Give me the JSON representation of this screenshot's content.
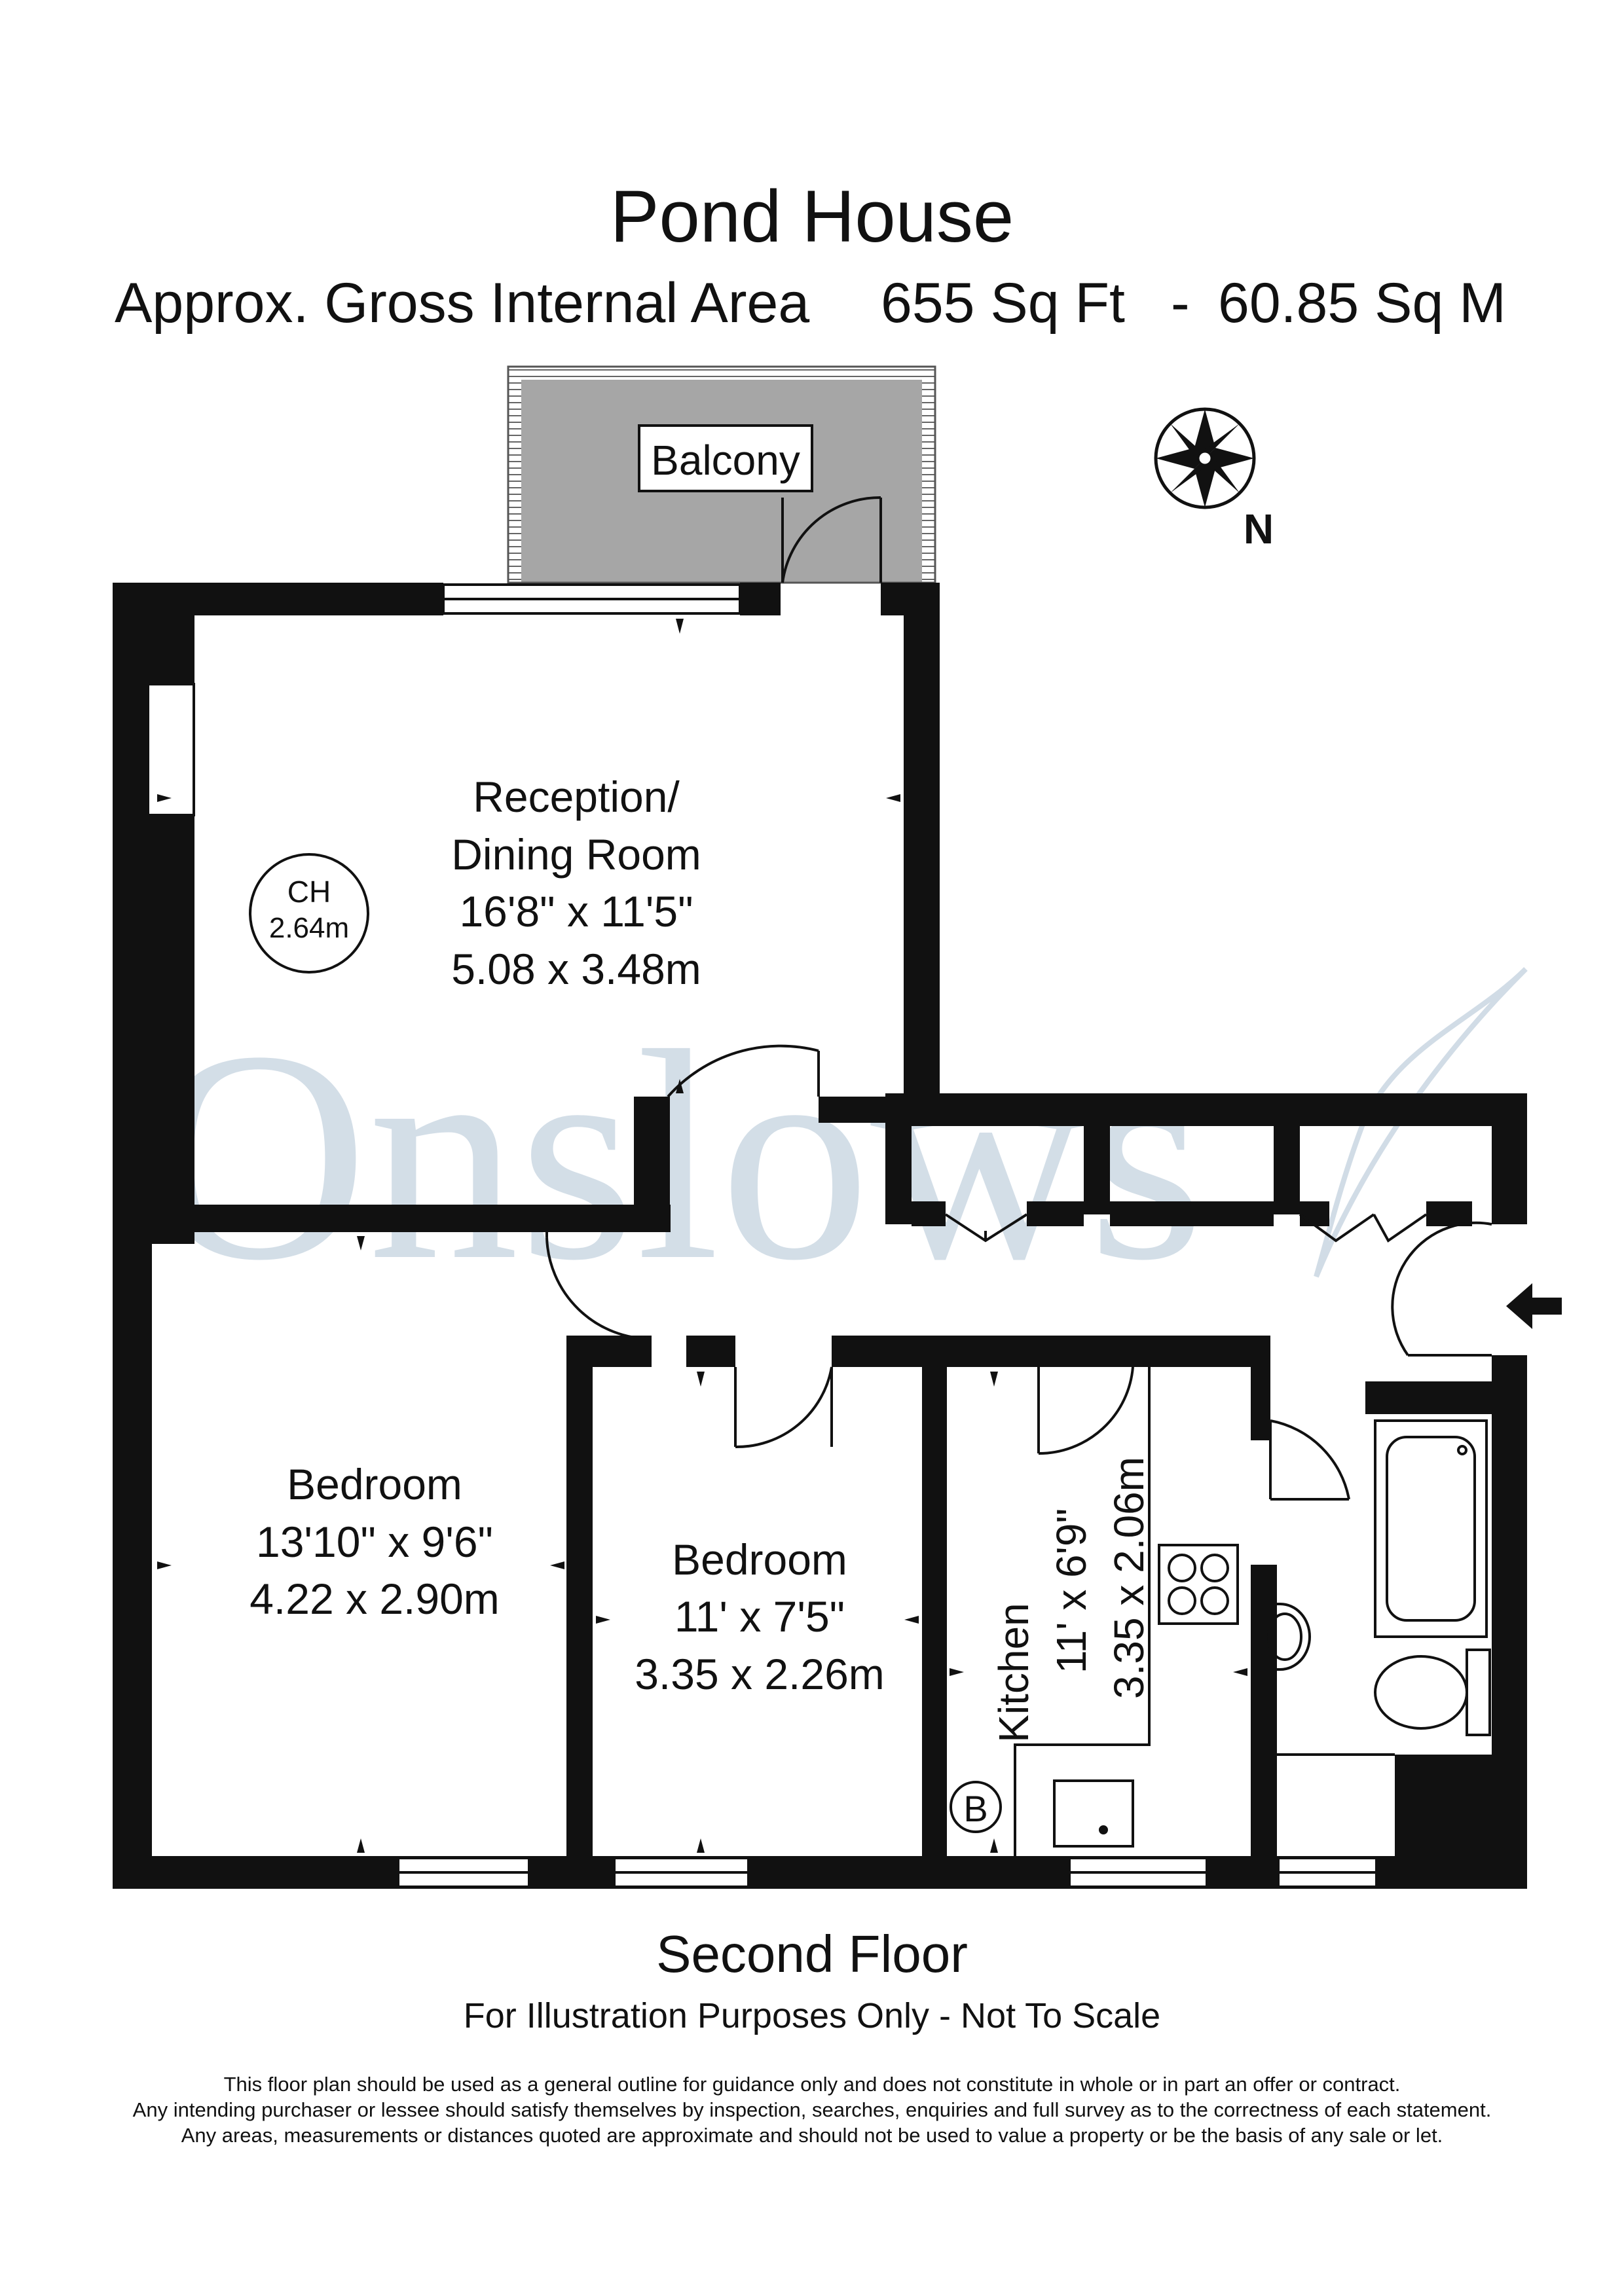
{
  "header": {
    "title": "Pond House",
    "area_label": "Approx. Gross Internal Area",
    "area_sqft": "655 Sq Ft",
    "area_separator": "-",
    "area_sqm": "60.85 Sq M"
  },
  "watermark": {
    "text": "Onslows",
    "color": "#c5d3e0"
  },
  "compass": {
    "label": "N"
  },
  "rooms": {
    "balcony": {
      "name": "Balcony"
    },
    "reception": {
      "name_line1": "Reception/",
      "name_line2": "Dining Room",
      "imperial": "16'8\" x 11'5\"",
      "metric": "5.08 x 3.48m"
    },
    "ceiling_height": {
      "label": "CH",
      "value": "2.64m"
    },
    "bedroom1": {
      "name": "Bedroom",
      "imperial": "13'10\" x 9'6\"",
      "metric": "4.22 x 2.90m"
    },
    "bedroom2": {
      "name": "Bedroom",
      "imperial": "11' x 7'5\"",
      "metric": "3.35 x 2.26m"
    },
    "kitchen": {
      "name": "Kitchen",
      "imperial": "11' x 6'9\"",
      "metric": "3.35 x 2.06m"
    },
    "boiler": {
      "label": "B"
    }
  },
  "footer": {
    "floor_name": "Second Floor",
    "illustration_note": "For Illustration Purposes Only - Not To Scale",
    "disclaimer_1": "This floor plan should be used as a general outline for guidance only and does not constitute in whole or in part an offer or contract.",
    "disclaimer_2": "Any intending purchaser or lessee should satisfy themselves by inspection, searches, enquiries and full survey as to the correctness of each statement.",
    "disclaimer_3": "Any areas, measurements or distances quoted are approximate and should not be used to value a property or be the basis of any sale or let."
  },
  "colors": {
    "wall": "#111111",
    "balcony_fill": "#a6a6a6",
    "background": "#ffffff"
  }
}
